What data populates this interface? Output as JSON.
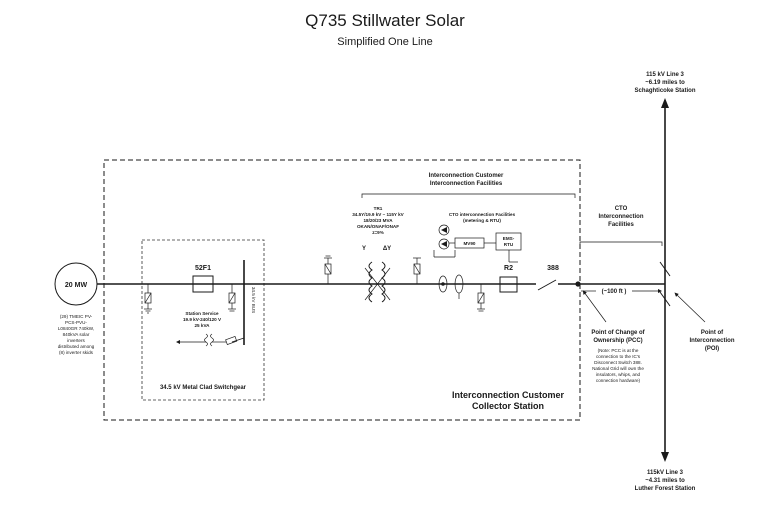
{
  "title": "Q735 Stillwater Solar",
  "subtitle": "Simplified One Line",
  "line_top": [
    "115 kV Line 3",
    "~6.19 miles to",
    "Schaghticoke Station"
  ],
  "line_bottom": [
    "115kV Line 3",
    "~4.31 miles to",
    "Luther Forest Station"
  ],
  "generator": {
    "label": "20 MW",
    "notes": [
      "(29) TMEIC PV-",
      "PCS-PVU-",
      "L0840GR 740kW,",
      "840kVA solar",
      "inverters",
      "distributed among",
      "(8) inverter skids"
    ]
  },
  "switchgear": {
    "breaker": "52F1",
    "station_service": [
      "Station Service",
      "19.9 kV-240/120 V",
      "25 kVA"
    ],
    "bus_label": "34.5 kV BUS",
    "label": "34.5 kV Metal Clad Switchgear"
  },
  "transformer": [
    "TR1",
    "34.5Y/19.9 kV – 115Y kV",
    "18/20/23 MVA",
    "OKAN/ONAF/ONAF",
    "z=9%"
  ],
  "interconnection_customer_facilities": [
    "Interconnection Customer",
    "Interconnection Facilities"
  ],
  "cto_facilities_inner": [
    "CTO  interconnection Facilities",
    "(metering & RTU)"
  ],
  "mv90": "MV90",
  "ems": [
    "EMS-",
    "RTU"
  ],
  "recloser": "R2",
  "switch": "388",
  "cto_facilities_outer": [
    "CTO",
    "Interconnection",
    "Facilities"
  ],
  "distance": "(~100 ft )",
  "pcc": {
    "label": [
      "Point of Change of",
      "Ownership (PCC)"
    ],
    "note": [
      "(Note: PCC is at the",
      "connection to the IC's",
      "Disconnect Switch 388.",
      "National Grid will own the",
      "insulators, whips, and",
      "connection hardware)"
    ]
  },
  "poi": [
    "Point of",
    "Interconnection",
    "(POI)"
  ],
  "collector_station": [
    "Interconnection Customer",
    "Collector Station"
  ]
}
